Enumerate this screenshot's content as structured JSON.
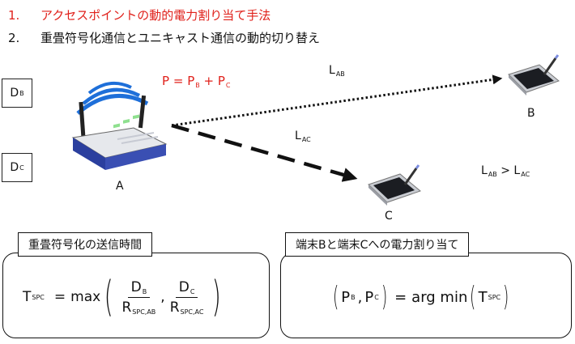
{
  "list": [
    {
      "num": "1.",
      "text": "アクセスポイントの動的電力割り当て手法",
      "color": "#e0211b"
    },
    {
      "num": "2.",
      "text": "重畳符号化通信とユニキャスト通信の動的切り替え",
      "color": "#111111"
    }
  ],
  "side_labels": {
    "db": {
      "main": "D",
      "sub": "B"
    },
    "dc": {
      "main": "D",
      "sub": "C"
    }
  },
  "power_eq": {
    "p": "P",
    "eq": "=",
    "pb": "P",
    "pb_sub": "B",
    "plus": "+",
    "pc": "P",
    "pc_sub": "C"
  },
  "links": {
    "lab": {
      "main": "L",
      "sub": "AB"
    },
    "lac": {
      "main": "L",
      "sub": "AC"
    },
    "compare": {
      "left": "L",
      "left_sub": "AB",
      "op": ">",
      "right": "L",
      "right_sub": "AC"
    }
  },
  "nodes": {
    "a": "A",
    "b": "B",
    "c": "C"
  },
  "panels": {
    "left": {
      "title": "重畳符号化の送信時間",
      "lhs": "T",
      "lhs_sub": "SPC",
      "eq": "=",
      "func": "max",
      "f1_num": "D",
      "f1_num_sub": "B",
      "f1_den": "R",
      "f1_den_sub": "SPC,AB",
      "comma": ",",
      "f2_num": "D",
      "f2_num_sub": "C",
      "f2_den": "R",
      "f2_den_sub": "SPC,AC"
    },
    "right": {
      "title": "端末Bと端末Cへの電力割り当て",
      "pb": "P",
      "pb_sub": "B",
      "comma": ",",
      "pc": "P",
      "pc_sub": "C",
      "eq": "=",
      "func": "arg min",
      "t": "T",
      "t_sub": "SPC"
    }
  },
  "colors": {
    "accent_red": "#e0211b",
    "router_blue": "#2b3f9e",
    "wifi_blue": "#1e6fd9"
  }
}
